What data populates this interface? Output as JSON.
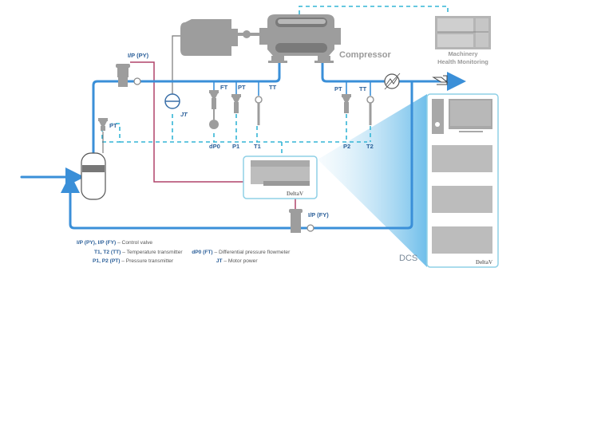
{
  "diagram": {
    "colors": {
      "process_pipe": "#3a8fd8",
      "signal_dashed": "#35b6d6",
      "control_wire": "#b0446a",
      "equipment_gray": "#9d9d9d",
      "label_blue": "#2b5f99",
      "dcs_panel_border": "#8fd0e6"
    },
    "equipment": {
      "compressor_label": "Compressor",
      "mhm_label_line1": "Machinery",
      "mhm_label_line2": "Health Monitoring",
      "dcs_label": "DCS",
      "deltav_brand": "DeltaV"
    },
    "instruments": {
      "ip_py": "I/P (PY)",
      "ip_fy": "I/P (FY)",
      "jt": "JT",
      "ft": "FT",
      "pt_suction": "PT",
      "tt_suction": "TT",
      "pt_discharge": "PT",
      "tt_discharge": "TT",
      "pt_vessel": "PT",
      "dp0": "dP0",
      "p1": "P1",
      "t1": "T1",
      "p2": "P2",
      "t2": "T2"
    },
    "legend": [
      {
        "key": "I/P (PY), I/P (FY)",
        "desc": "– Control valve"
      },
      {
        "key": "T1, T2 (TT)",
        "desc": "– Temperature transmitter"
      },
      {
        "key": "P1, P2 (PT)",
        "desc": "– Pressure transmitter"
      },
      {
        "key": "dP0 (FT)",
        "desc": "– Differential pressure flowmeter"
      },
      {
        "key": "JT",
        "desc": "– Motor power"
      }
    ]
  }
}
